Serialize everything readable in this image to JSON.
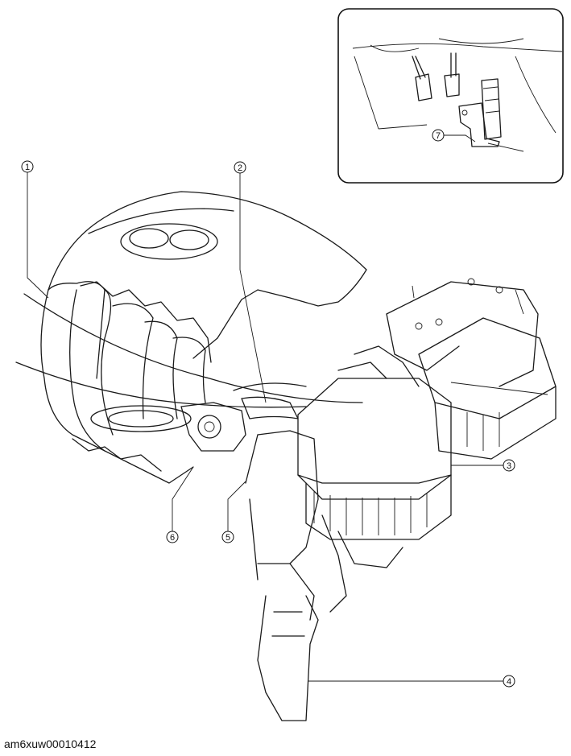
{
  "callouts": [
    {
      "id": "callout-1",
      "label": "1"
    },
    {
      "id": "callout-2",
      "label": "2"
    },
    {
      "id": "callout-3",
      "label": "3"
    },
    {
      "id": "callout-4",
      "label": "4"
    },
    {
      "id": "callout-5",
      "label": "5"
    },
    {
      "id": "callout-6",
      "label": "6"
    },
    {
      "id": "callout-7",
      "label": "7"
    }
  ],
  "figure_id": "am6xuw00010412"
}
